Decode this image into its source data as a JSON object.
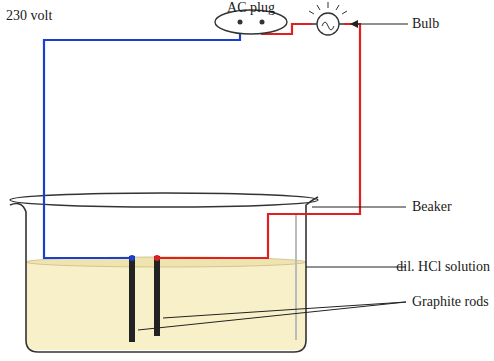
{
  "diagram": {
    "labels": [
      "230 volt",
      "AC plug",
      "Bulb",
      "Beaker",
      "dil. HCl solution",
      "Graphite rods"
    ]
  }
}
